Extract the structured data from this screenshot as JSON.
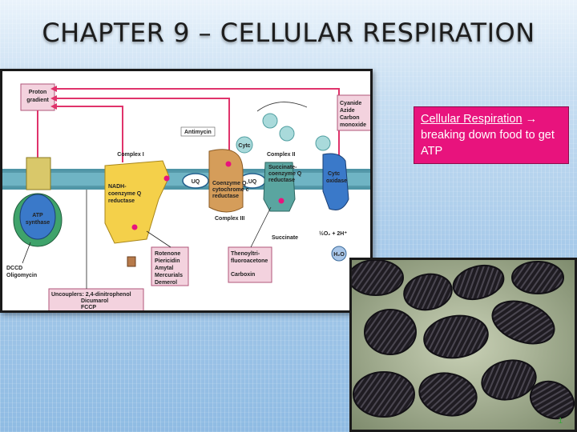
{
  "slide": {
    "title": "CHAPTER 9 – CELLULAR RESPIRATION",
    "page_number": "1"
  },
  "callout": {
    "term": "Cellular Respiration",
    "arrow": "→",
    "definition": "breaking down food to get ATP",
    "color": "#e8137d"
  },
  "diagram": {
    "labels": {
      "proton_gradient_1": "Proton",
      "proton_gradient_2": "gradient",
      "antimycin": "Antimycin",
      "complex_i": "Complex I",
      "complex_ii": "Complex II",
      "complex_iii": "Complex III",
      "cytc": "Cytc",
      "cyanide": "Cyanide",
      "azide": "Azide",
      "carbon": "Carbon",
      "monoxide": "monoxide",
      "nadh_1": "NADH-",
      "nadh_2": "coenzyme Q",
      "nadh_3": "reductase",
      "uq_1": "UQ",
      "uq_2": "UQ",
      "cq_cyt_1": "Coenzyme Q-",
      "cq_cyt_2": "cytochrome c",
      "cq_cyt_3": "reductase",
      "succ_cq_1": "Succinate-",
      "succ_cq_2": "coenzyme Q",
      "succ_cq_3": "reductase",
      "cytc_ox_1": "Cytc",
      "cytc_ox_2": "oxidase",
      "atp_1": "ATP",
      "atp_2": "synthase",
      "succinate": "Succinate",
      "oxygen_eq": "½O₂ + 2H⁺",
      "water": "H₂O",
      "dccd": "DCCD",
      "oligomycin": "Oligomycin",
      "rotenone": "Rotenone",
      "piericidin": "Piericidin",
      "amytal": "Amytal",
      "mercurials": "Mercurials",
      "demerol": "Demerol",
      "thenoyl_1": "Thenoyltri-",
      "thenoyl_2": "fluoroacetone",
      "carboxin": "Carboxin",
      "uncoupler_1": "Uncouplers: 2,4-dinitrophenol",
      "uncoupler_2": "Dicumarol",
      "uncoupler_3": "FCCP"
    }
  }
}
